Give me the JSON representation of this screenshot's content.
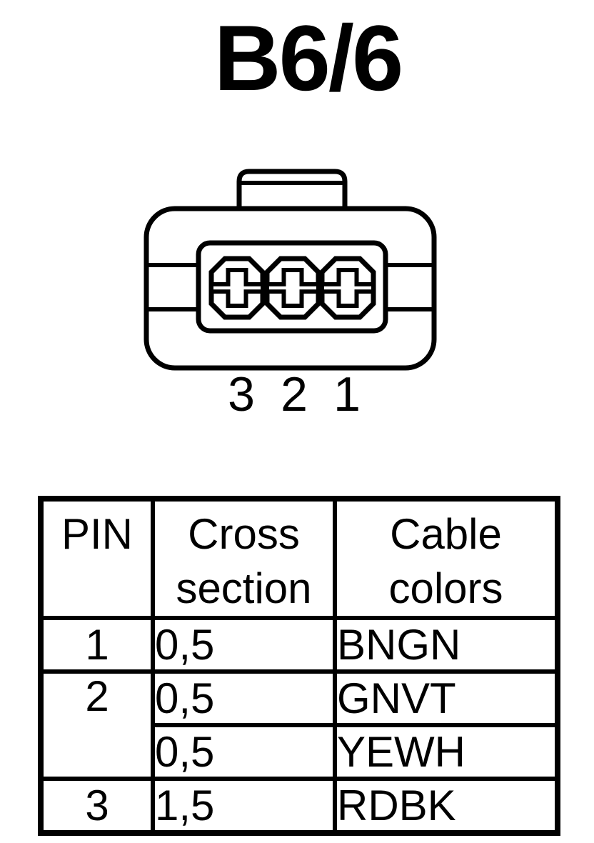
{
  "title": "B6/6",
  "colors": {
    "ink": "#000000",
    "paper": "#ffffff"
  },
  "connector": {
    "description": "3-pin connector face view",
    "pin_labels": [
      "3",
      "2",
      "1"
    ]
  },
  "table": {
    "headers": {
      "pin": "PIN",
      "cross_section": "Cross section",
      "cable_colors": "Cable colors"
    },
    "rows": [
      {
        "pin": "1",
        "cross_section": "0,5",
        "cable_color": "BNGN"
      },
      {
        "pin": "2",
        "cross_section": "0,5",
        "cable_color": "GNVT"
      },
      {
        "pin": "",
        "cross_section": "0,5",
        "cable_color": "YEWH"
      },
      {
        "pin": "3",
        "cross_section": "1,5",
        "cable_color": "RDBK"
      }
    ]
  }
}
